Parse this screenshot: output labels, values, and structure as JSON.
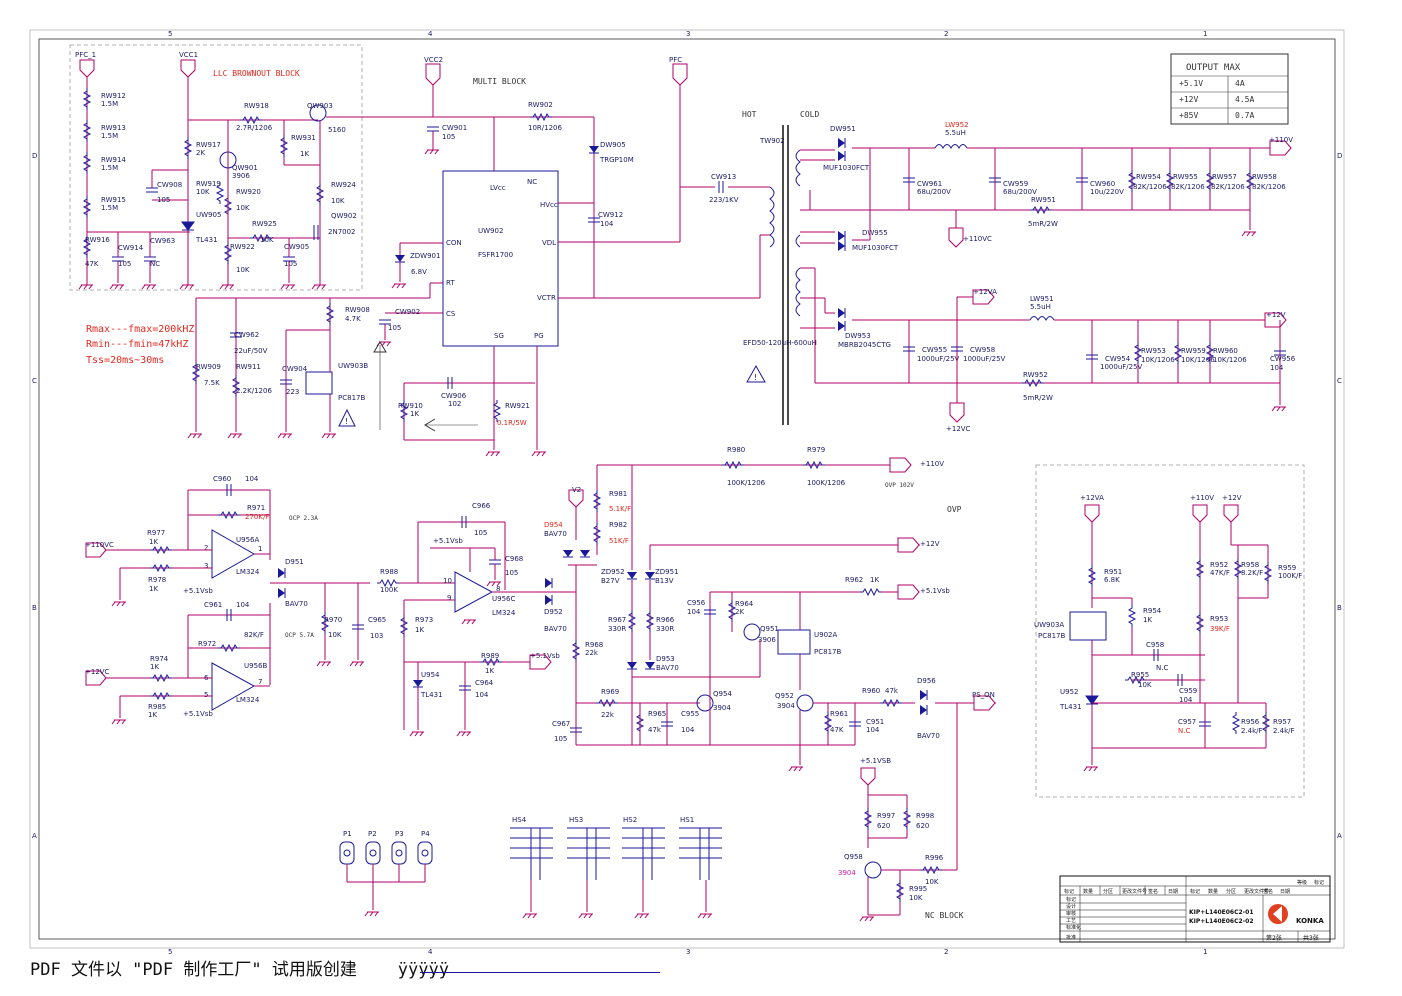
{
  "footer": {
    "text": "PDF 文件以 \"PDF 制作工厂\" 试用版创建",
    "link": "ÿÿÿÿÿ"
  },
  "border": {
    "col_marks": [
      "5",
      "4",
      "3",
      "2",
      "1"
    ],
    "row_marks": [
      "D",
      "C",
      "B",
      "A"
    ]
  },
  "blocks": {
    "llc_brownout": "LLC BROWNOUT BLOCK",
    "multi": "MULTI BLOCK",
    "hot": "HOT",
    "cold": "COLD",
    "ovp": "OVP",
    "ovp_note": "OVP 102V",
    "nc_block": "NC BLOCK",
    "ocp1": "OCP 2.3A",
    "ocp2": "OCP 5.7A"
  },
  "notes": {
    "rmax": "Rmax---fmax=200kHZ",
    "rmin": "Rmin---fmin=47kHZ",
    "tss": "Tss=20ms~30ms"
  },
  "output_table": {
    "title": "OUTPUT MAX",
    "rows": [
      [
        "+5.1V",
        "4A"
      ],
      [
        "+12V",
        "4.5A"
      ],
      [
        "+85V",
        "0.7A"
      ]
    ]
  },
  "nets": {
    "pfc1": "PFC_1",
    "vcc1": "VCC1",
    "vcc2": "VCC2",
    "pfc": "PFC",
    "p110v": "+110V",
    "p12v": "+12V",
    "p12va": "+12VA",
    "p110vc": "+110VC",
    "p12vc": "+12VC",
    "p51vsb": "+5.1Vsb",
    "p51vsb_cap": "+5.1VSB",
    "v2": "V2",
    "ps_on": "PS_ON"
  },
  "llc": {
    "rw912": [
      "RW912",
      "1.5M"
    ],
    "rw913": [
      "RW913",
      "1.5M"
    ],
    "rw914": [
      "RW914",
      "1.5M"
    ],
    "rw915": [
      "RW915",
      "1.5M"
    ],
    "rw916": [
      "RW916",
      "47K"
    ],
    "cw914": [
      "CW914",
      "105"
    ],
    "cw963": [
      "CW963",
      "NC"
    ],
    "cw908": [
      "CW908",
      "105"
    ],
    "rw917": [
      "RW917",
      "2K"
    ],
    "rw919": [
      "RW919",
      "10K"
    ],
    "uw905": [
      "UW905",
      "TL431"
    ],
    "qw901": [
      "QW901",
      "3906"
    ],
    "rw920": [
      "RW920",
      "10K"
    ],
    "rw918": [
      "RW918",
      "2.7R/1206"
    ],
    "rw922": [
      "RW922",
      "10K"
    ],
    "rw925": [
      "RW925",
      "10K"
    ],
    "cw905": [
      "CW905",
      "105"
    ],
    "qw903": [
      "QW903",
      "5160"
    ],
    "rw931": [
      "RW931",
      "1K"
    ],
    "rw924": [
      "RW924",
      "10K"
    ],
    "qw902": [
      "QW902",
      "2N7002"
    ]
  },
  "multi": {
    "ic": "UW902",
    "ic_part": "FSFR1700",
    "pins": [
      "CON",
      "RT",
      "CS",
      "LVcc",
      "NC",
      "HVcc",
      "VDL",
      "VCTR",
      "SG",
      "PG"
    ],
    "cw901": [
      "CW901",
      "105"
    ],
    "rw902": [
      "RW902",
      "10R/1206"
    ],
    "dw905": [
      "DW905",
      "TRGP10M"
    ],
    "cw912": [
      "CW912",
      "104"
    ],
    "zdw901": [
      "ZDW901",
      "6.8V"
    ],
    "rw908": [
      "RW908",
      "4.7K"
    ],
    "cw902": [
      "CW902",
      "105"
    ],
    "cw962": [
      "CW962",
      "22uF/50V"
    ],
    "rw909": [
      "RW909",
      "7.5K"
    ],
    "rw911": [
      "RW911",
      "2.2K/1206"
    ],
    "cw904": [
      "CW904",
      "223"
    ],
    "uw903b": [
      "UW903B",
      "PC817B"
    ],
    "cw906": [
      "CW906",
      "102"
    ],
    "rw910": [
      "RW910",
      "1K"
    ],
    "rw921": [
      "RW921",
      "0.1R/5W"
    ],
    "cw913": [
      "CW913",
      "223/1KV"
    ],
    "tw902": "TW902",
    "tw_part": "EFD50-120uH-600uH"
  },
  "secondary": {
    "dw951": [
      "DW951",
      "MUF1030FCT"
    ],
    "dw955": [
      "DW955",
      "MUF1030FCT"
    ],
    "dw953": [
      "DW953",
      "MBRB2045CTG"
    ],
    "lw952": [
      "LW952",
      "5.5uH"
    ],
    "cw961": [
      "CW961",
      "68u/200V"
    ],
    "cw959": [
      "CW959",
      "68u/200V"
    ],
    "cw960": [
      "CW960",
      "10u/220V"
    ],
    "rw951": [
      "RW951",
      "5mR/2W"
    ],
    "rw954": [
      "RW954",
      "82K/1206"
    ],
    "rw955": [
      "RW955",
      "82K/1206"
    ],
    "rw957": [
      "RW957",
      "82K/1206"
    ],
    "rw958": [
      "RW958",
      "82K/1206"
    ],
    "lw951": [
      "LW951",
      "5.5uH"
    ],
    "cw955": [
      "CW955",
      "1000uF/25V"
    ],
    "cw958": [
      "CW958",
      "1000uF/25V"
    ],
    "cw954": [
      "CW954",
      "1000uF/25V"
    ],
    "rw952": [
      "RW952",
      "5mR/2W"
    ],
    "rw953": [
      "RW953",
      "10K/1206"
    ],
    "rw959": [
      "RW959",
      "10K/1206"
    ],
    "rw960": [
      "RW960",
      "10K/1206"
    ],
    "cw956": [
      "CW956",
      "104"
    ]
  },
  "ocp": {
    "c960": [
      "C960",
      "104"
    ],
    "r971": [
      "R971",
      "270K/F"
    ],
    "r977": [
      "R977",
      "1K"
    ],
    "r978": [
      "R978",
      "1K"
    ],
    "u956a": [
      "U956A",
      "LM324"
    ],
    "d951": [
      "D951",
      "BAV70"
    ],
    "c961": [
      "C961",
      "104"
    ],
    "r972": [
      "R972",
      "82K/F"
    ],
    "r974": [
      "R974",
      "1K"
    ],
    "r985": [
      "R985",
      "1K"
    ],
    "u956b": [
      "U956B",
      "LM324"
    ],
    "r970": [
      "R970",
      "10K"
    ],
    "c965": [
      "C965",
      "103"
    ],
    "r988": [
      "R988",
      "100K"
    ],
    "c966": [
      "C966",
      "105"
    ],
    "c968": [
      "C968",
      "105"
    ],
    "u956c": [
      "U956C",
      "LM324"
    ],
    "r973": [
      "R973",
      "1K"
    ],
    "u954": [
      "U954",
      "TL431"
    ],
    "c964": [
      "C964",
      "104"
    ],
    "r989": [
      "R989",
      "1K"
    ]
  },
  "ovp_parts": {
    "d954": [
      "D954",
      "BAV70"
    ],
    "d952": [
      "D952",
      "BAV70"
    ],
    "r981": [
      "R981",
      "5.1K/F"
    ],
    "r982": [
      "R982",
      "51K/F"
    ],
    "r980": [
      "R980",
      "100K/1206"
    ],
    "r979": [
      "R979",
      "100K/1206"
    ],
    "zd952": [
      "ZD952",
      "B27V"
    ],
    "zd951": [
      "ZD951",
      "B13V"
    ],
    "r967": [
      "R967",
      "330R"
    ],
    "r966": [
      "R966",
      "330R"
    ],
    "d953": [
      "D953",
      "BAV70"
    ],
    "r968": [
      "R968",
      "22k"
    ],
    "r969": [
      "R969",
      "22k"
    ],
    "c967": [
      "C967",
      "105"
    ],
    "r965": [
      "R965",
      "47k"
    ],
    "c955": [
      "C955",
      "104"
    ],
    "q954": [
      "Q954",
      "3904"
    ],
    "c956": [
      "C956",
      "104"
    ],
    "r964": [
      "R964",
      "2K"
    ],
    "q951": [
      "Q951",
      "3906"
    ],
    "r962": [
      "R962",
      "1K"
    ],
    "u902a": [
      "U902A",
      "PC817B"
    ],
    "q952": [
      "Q952",
      "3904"
    ],
    "r961": [
      "R961",
      "47K"
    ],
    "c951": [
      "C951",
      "104"
    ],
    "r960": [
      "R960",
      "47k"
    ],
    "d956": [
      "D956",
      "BAV70"
    ]
  },
  "nc": {
    "r997": [
      "R997",
      "620"
    ],
    "r998": [
      "R998",
      "620"
    ],
    "q958": [
      "Q958",
      "3904"
    ],
    "r996": [
      "R996",
      "10K"
    ],
    "r995": [
      "R995",
      "10K"
    ]
  },
  "fb": {
    "r951": [
      "R951",
      "6.8K"
    ],
    "r954": [
      "R954",
      "1K"
    ],
    "uw903a": [
      "UW903A",
      "PC817B"
    ],
    "c958": [
      "C958",
      "N.C"
    ],
    "r955": [
      "R955",
      "10K"
    ],
    "c959": [
      "C959",
      "104"
    ],
    "u952": [
      "U952",
      "TL431"
    ],
    "c957": [
      "C957",
      "N.C"
    ],
    "r952": [
      "R952",
      "47K/F"
    ],
    "r953": [
      "R953",
      "39K/F"
    ],
    "r958": [
      "R958",
      "8.2K/F"
    ],
    "r959": [
      "R959",
      "100K/F"
    ],
    "r956": [
      "R956",
      "2.4k/F"
    ],
    "r957": [
      "R957",
      "2.4k/F"
    ]
  },
  "mounts": {
    "p": [
      "P1",
      "P2",
      "P3",
      "P4"
    ],
    "hs": [
      "HS4",
      "HS3",
      "HS2",
      "HS1"
    ]
  },
  "title_block": {
    "model1": "KIP+L140E06C2-01",
    "model2": "KIP+L140E06C2-02",
    "brand": "KONKA",
    "sheet": "第2张",
    "total": "共3张",
    "headers": [
      "标记",
      "数量",
      "分区",
      "更改文件号",
      "签名",
      "日期"
    ],
    "roles": [
      "标记",
      "数量",
      "设计",
      "审核",
      "工艺",
      "标准化",
      "批准"
    ],
    "right_hdr": [
      "等级",
      "标记"
    ]
  },
  "colors": {
    "wire": "#b0006a",
    "part": "#1a1a99",
    "text": "#1a1a66",
    "red": "#e0281e"
  }
}
